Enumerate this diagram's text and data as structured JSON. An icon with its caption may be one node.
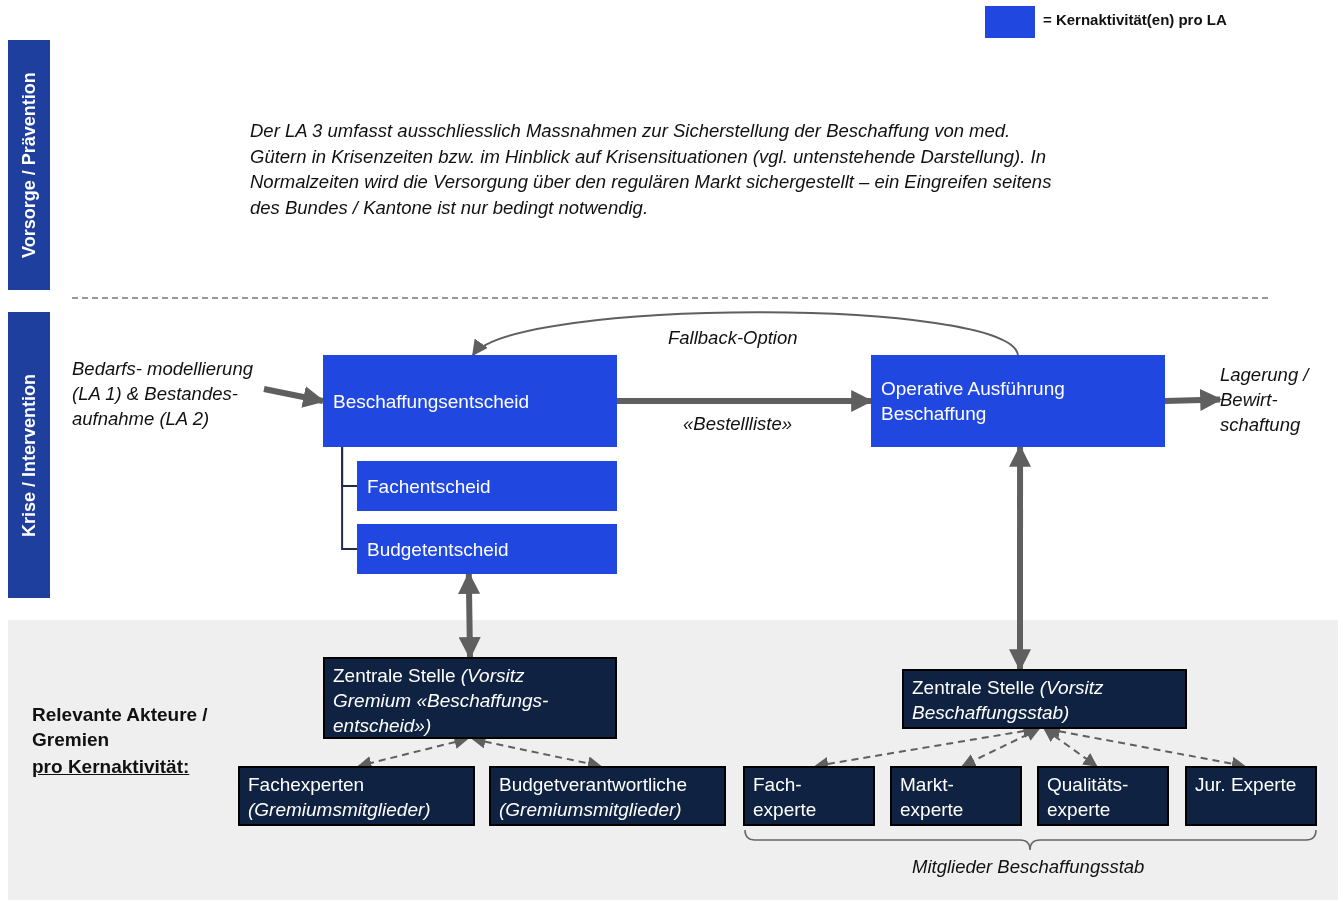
{
  "diagram": {
    "nodes": [
      {
        "text": [
          "Vorsorge / Prävention"
        ]
      },
      {
        "text": [
          "Krise / Intervention"
        ]
      },
      {
        "text": [
          "Bedarfs- modellierung (LA 1) & Bestandes- aufnahme (LA 2)"
        ]
      },
      {
        "text": [
          "Beschaffungsentscheid"
        ]
      },
      {
        "text": [
          "Fachentscheid"
        ]
      },
      {
        "text": [
          "Budgetentscheid"
        ]
      },
      {
        "text": [
          "Operative Ausführung Beschaffung"
        ]
      },
      {
        "text": [
          "Lagerung / Bewirt- schaftung"
        ]
      },
      {
        "text": [
          "Zentrale Stelle *(Vorsitz Gremium «Beschaffungs- entscheid»)*"
        ]
      },
      {
        "text": [
          "Fachexperten *(Gremiumsmitglieder)*"
        ]
      },
      {
        "text": [
          "Budgetverantwortliche *(Gremiumsmitglieder)*"
        ]
      },
      {
        "text": [
          "Zentrale Stelle *(Vorsitz Beschaffungsstab)*"
        ]
      },
      {
        "text": [
          "Fach- experte"
        ]
      },
      {
        "text": [
          "Markt- experte"
        ]
      },
      {
        "text": [
          "Qualitäts- experte"
        ]
      },
      {
        "text": [
          "Jur. Experte"
        ]
      }
    ],
    "edges": [
      {
        "from": 2,
        "to": 3,
        "arrow": "to",
        "style": "thick"
      },
      {
        "from": 3,
        "to": 6,
        "arrow": "to",
        "label": "«Bestellliste»",
        "style": "thick"
      },
      {
        "from": 6,
        "to": 3,
        "arrow": "to",
        "label": "Fallback-Option"
      },
      {
        "from": 6,
        "to": 7,
        "arrow": "to",
        "style": "thick"
      },
      {
        "from": 3,
        "to": 4,
        "arrow": "none",
        "color": "#1f2d4a"
      },
      {
        "from": 3,
        "to": 5,
        "arrow": "none",
        "color": "#1f2d4a"
      },
      {
        "from": 5,
        "to": 8,
        "arrow": "both",
        "style": "thick"
      },
      {
        "from": 6,
        "to": 11,
        "arrow": "both",
        "style": "thick"
      },
      {
        "from": 8,
        "to": 9,
        "arrow": "both",
        "style": "dashed"
      },
      {
        "from": 8,
        "to": 10,
        "arrow": "both",
        "style": "dashed"
      },
      {
        "from": 11,
        "to": 12,
        "arrow": "both",
        "style": "dashed"
      },
      {
        "from": 11,
        "to": 13,
        "arrow": "both",
        "style": "dashed"
      },
      {
        "from": 11,
        "to": 14,
        "arrow": "both",
        "style": "dashed"
      },
      {
        "from": 11,
        "to": 15,
        "arrow": "both",
        "style": "dashed"
      }
    ],
    "labels": [
      "Der LA 3 umfasst ausschliesslich Massnahmen zur Sicherstellung der Beschaffung von med. Gütern in Krisenzeiten bzw. im Hinblick auf Krisensituationen (vgl. untenstehende Darstellung). In Normalzeiten wird die Versorgung über den regulären Markt sichergestellt – ein Eingreifen seitens des Bundes / Kantone ist nur bedingt notwendig.",
      "Relevante Akteure / Gremien",
      "pro Kernaktivität:",
      "Mitglieder Beschaffungsstab"
    ],
    "legend": [
      {
        "text": "= Kernaktivität(en) pro LA",
        "color": "#2047e0"
      }
    ]
  }
}
